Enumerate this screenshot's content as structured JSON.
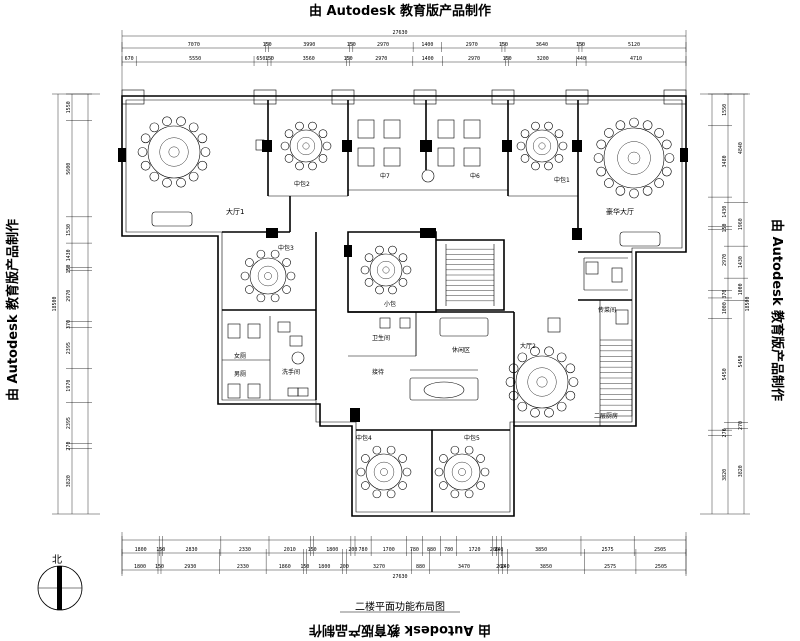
{
  "watermark": "由 Autodesk 教育版产品制作",
  "drawing_title": "二楼平面功能布局图",
  "north_label": "北",
  "dimensions": {
    "top_total": "27630",
    "top_row1": [
      "7070",
      "150",
      "3990",
      "150",
      "2970",
      "1400",
      "2970",
      "150",
      "3640",
      "150",
      "5120"
    ],
    "top_row2": [
      "670",
      "5550",
      "650",
      "150",
      "3560",
      "150",
      "2970",
      "1400",
      "2970",
      "150",
      "3200",
      "440",
      "4710"
    ],
    "bottom_total": "27630",
    "bottom_row1": [
      "1800",
      "150",
      "2830",
      "2330",
      "2010",
      "150",
      "1800",
      "200",
      "780",
      "1700",
      "780",
      "880",
      "780",
      "1720",
      "200",
      "240",
      "3850",
      "2575",
      "2505"
    ],
    "bottom_row2": [
      "1800",
      "150",
      "2930",
      "2330",
      "1860",
      "150",
      "1800",
      "200",
      "3270",
      "880",
      "3470",
      "200",
      "240",
      "3850",
      "2575",
      "2505"
    ],
    "left_total": "18500",
    "left_row": [
      "1550",
      "5600",
      "1530",
      "1430",
      "150",
      "2970",
      "370",
      "2395",
      "1970",
      "2395",
      "270",
      "3820"
    ],
    "right_total": "18500",
    "right_row": [
      "1550",
      "3480",
      "1430",
      "150",
      "2970",
      "370",
      "1000",
      "5450",
      "270",
      "3820"
    ],
    "right_row2": [
      "4840",
      "1960",
      "1430",
      "1000",
      "5450",
      "270",
      "3820"
    ]
  },
  "rooms": {
    "dating1": "大厅1",
    "zhongbao2": "中包2",
    "zhongbao7": "中7",
    "zhongbao6": "中6",
    "zhongbao1": "中包1",
    "haohua_dating": "豪华大厅",
    "zhongbao3": "中包3",
    "xiaobao": "小包",
    "weishengjian": "卫生间",
    "xiuxianqu": "休闲区",
    "jiedai": "接待",
    "nv_ce": "女厕",
    "nan_ce": "男厕",
    "xishoujian": "洗手间",
    "dating2": "大厅2",
    "zhongbao4": "中包4",
    "zhongbao5": "中包5",
    "erceng_chufang": "二层厨房",
    "chuxiajian": "传菜间"
  }
}
